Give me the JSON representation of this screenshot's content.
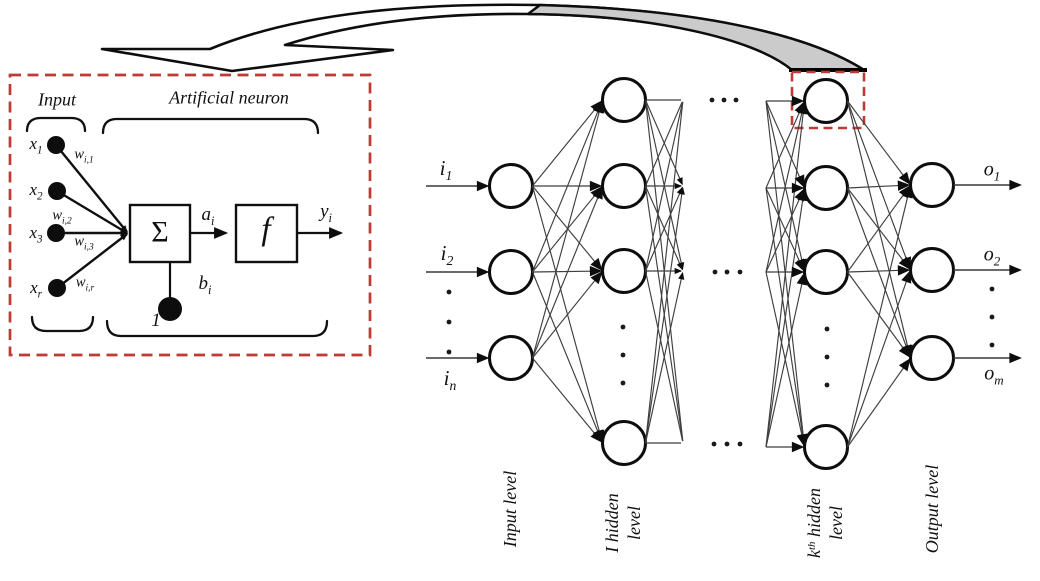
{
  "inset": {
    "input_group_label": "Input",
    "neuron_group_label": "Artificial neuron",
    "inputs": [
      {
        "base": "x",
        "sub": "1"
      },
      {
        "base": "x",
        "sub": "2"
      },
      {
        "base": "x",
        "sub": "3"
      },
      {
        "base": "x",
        "sub": "r"
      }
    ],
    "weights": [
      {
        "base": "w",
        "sub": "i,1"
      },
      {
        "base": "w",
        "sub": "i,2"
      },
      {
        "base": "w",
        "sub": "i,3"
      },
      {
        "base": "w",
        "sub": "i,r"
      }
    ],
    "sum_symbol": "Σ",
    "activation_symbol": "f",
    "sum_output_label": {
      "base": "a",
      "sub": "i"
    },
    "neuron_output_label": {
      "base": "y",
      "sub": "i"
    },
    "bias_label": {
      "base": "b",
      "sub": "i"
    },
    "bias_input_value": "1"
  },
  "network": {
    "input_labels": [
      {
        "base": "i",
        "sub": "1"
      },
      {
        "base": "i",
        "sub": "2"
      },
      {
        "base": "i",
        "sub": "n"
      }
    ],
    "output_labels": [
      {
        "base": "o",
        "sub": "1"
      },
      {
        "base": "o",
        "sub": "2"
      },
      {
        "base": "o",
        "sub": "m"
      }
    ],
    "levels": {
      "input": "Input level",
      "hidden1": {
        "line1": "I hidden",
        "line2": "level"
      },
      "hiddenk": {
        "pre": "k",
        "sup": "th",
        "post": " hidden",
        "line2": "level"
      },
      "output": "Output level"
    }
  },
  "colors": {
    "dashed_box": "#bf3a32",
    "arrow_shade": "#cbcbcb",
    "line": "#3f3f3f",
    "node_stroke": "#0d0d0d"
  }
}
